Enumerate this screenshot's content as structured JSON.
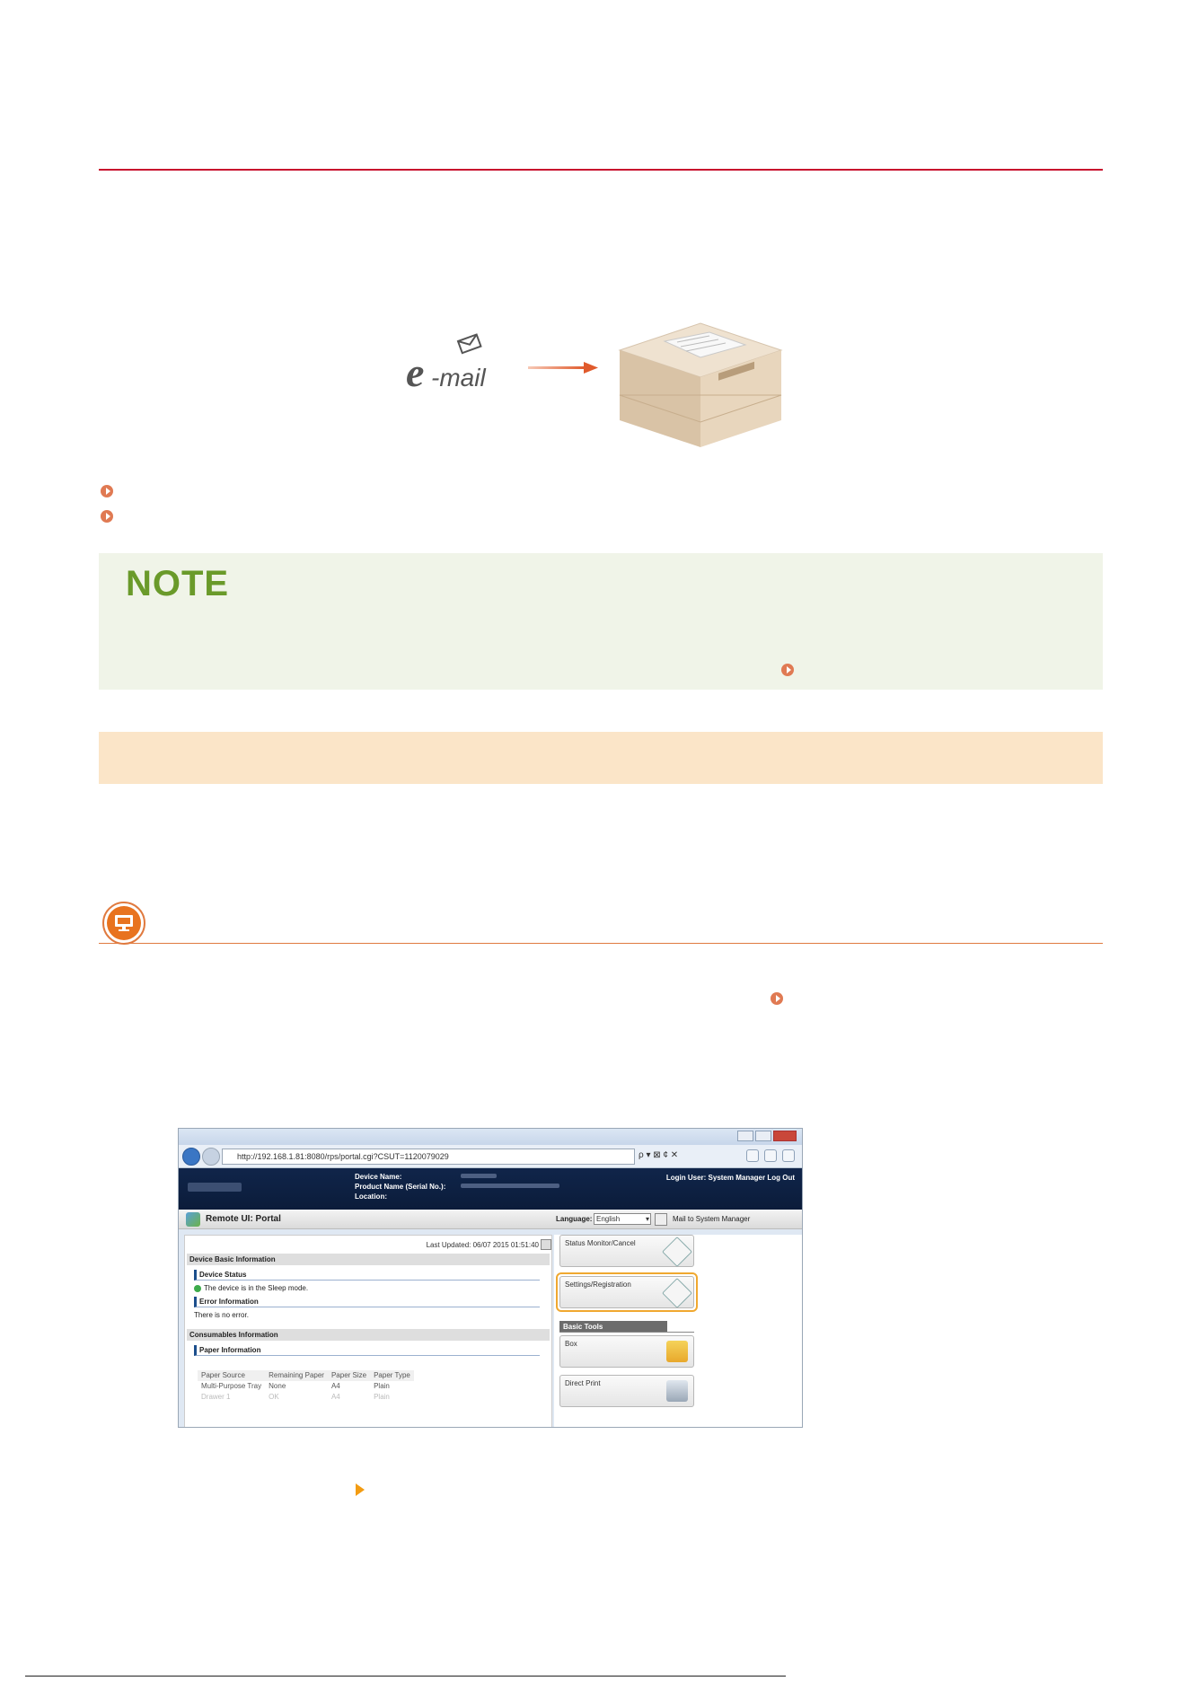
{
  "document": {
    "bullet_links": [
      "",
      ""
    ],
    "note": {
      "title": "NOTE"
    },
    "illustration": {
      "email_logo_text": "e-mail"
    }
  },
  "embedded_screenshot": {
    "url": "http://192.168.1.81:8080/rps/portal.cgi?CSUT=1120079029",
    "url_controls": "ρ ▾ ⊠ ¢ ✕",
    "header": {
      "device_name_label": "Device Name:",
      "product_name_label": "Product Name (Serial No.):",
      "location_label": "Location:",
      "login_text": "Login User: System Manager Log Out"
    },
    "portal_title": "Remote UI: Portal",
    "language_label": "Language:",
    "language_value": "English",
    "mail_link": "Mail to System Manager",
    "last_updated": "Last Updated: 06/07 2015 01:51:40",
    "sections": {
      "device_basic_info": "Device Basic Information",
      "device_status": "Device Status",
      "device_status_text": "The device is in the Sleep mode.",
      "error_info": "Error Information",
      "error_text": "There is no error.",
      "consumables_info": "Consumables Information",
      "paper_info": "Paper Information"
    },
    "paper_table": {
      "headers": [
        "Paper Source",
        "Remaining Paper",
        "Paper Size",
        "Paper Type"
      ],
      "rows": [
        [
          "Multi-Purpose Tray",
          "None",
          "A4",
          "Plain"
        ],
        [
          "Drawer 1",
          "OK",
          "A4",
          "Plain"
        ]
      ]
    },
    "side_buttons": {
      "status_monitor": "Status Monitor/Cancel",
      "settings_registration": "Settings/Registration",
      "basic_tools_tab": "Basic Tools",
      "box": "Box",
      "direct_print": "Direct Print"
    }
  },
  "colors": {
    "title_rule": "#c8102e",
    "note_title": "#6a9a2a",
    "section_band": "#fbe5c8",
    "accent_orange": "#e07a3f",
    "highlight": "#f0a830"
  }
}
